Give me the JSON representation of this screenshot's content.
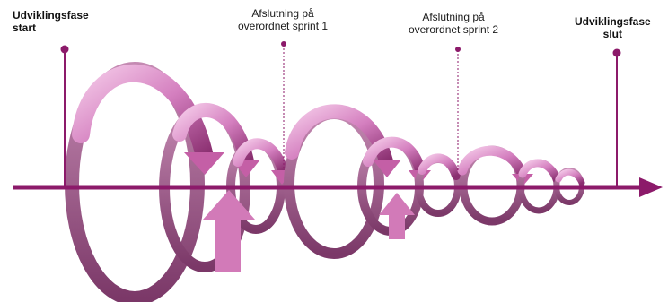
{
  "labels": {
    "start_line1": "Udviklingsfase",
    "start_line2": "start",
    "sprint1_line1": "Afslutning på",
    "sprint1_line2": "overordnet sprint 1",
    "sprint2_line1": "Afslutning på",
    "sprint2_line2": "overordnet sprint 2",
    "end_line1": "Udviklingsfase",
    "end_line2": "slut"
  },
  "colors": {
    "axis": "#8c1a6a",
    "ring_light": "#e9a8d6",
    "ring_mid": "#c96fb0",
    "ring_dark": "#7a2a62",
    "ring_back": "#b27aa0"
  },
  "spirals": [
    {
      "name": "spiral-1",
      "size": "large",
      "count": 3
    },
    {
      "name": "spiral-2",
      "size": "medium",
      "count": 3
    },
    {
      "name": "spiral-3",
      "size": "small",
      "count": 3
    }
  ]
}
